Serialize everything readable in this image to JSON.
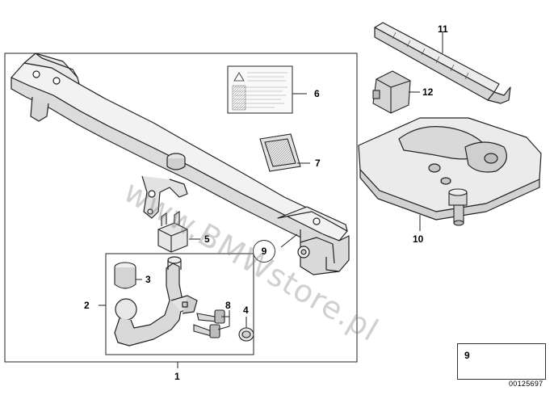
{
  "labels": {
    "p1": "1",
    "p2": "2",
    "p3": "3",
    "p4": "4",
    "p5": "5",
    "p6": "6",
    "p7": "7",
    "p8": "8",
    "p9": "9",
    "p10": "10",
    "p11": "11",
    "p12": "12"
  },
  "inset": {
    "label": "9"
  },
  "watermark": "www.BMWstore.pl",
  "doc_number": "00125697",
  "colors": {
    "line": "#222222",
    "fill_light": "#eeeeee",
    "fill_mid": "#d6d6d6",
    "fill_dark": "#b9b9b9"
  }
}
